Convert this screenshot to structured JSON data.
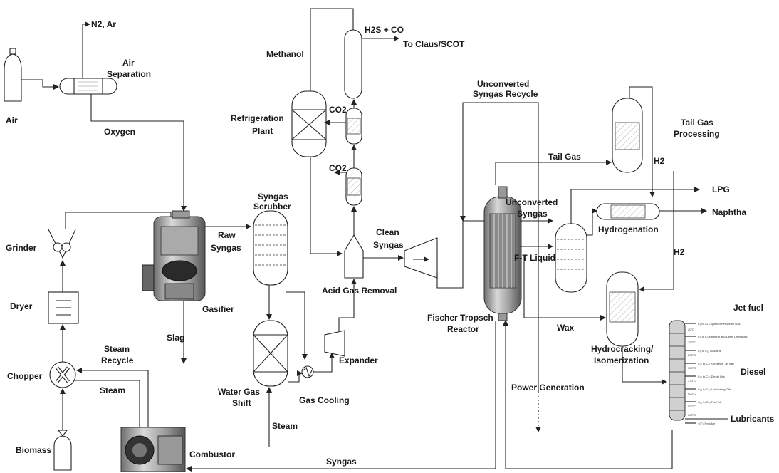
{
  "labels": {
    "n2_ar": "N2, Ar",
    "air": "Air",
    "air_separation_1": "Air",
    "air_separation_2": "Separation",
    "oxygen": "Oxygen",
    "methanol": "Methanol",
    "h2s_co": "H2S + CO",
    "to_claus": "To Claus/SCOT",
    "co2_top": "CO2",
    "co2_bottom": "CO2",
    "refrigeration_1": "Refrigeration",
    "refrigeration_2": "Plant",
    "unconverted_recycle_1": "Unconverted",
    "unconverted_recycle_2": "Syngas Recycle",
    "tail_gas_processing_1": "Tail Gas",
    "tail_gas_processing_2": "Processing",
    "tail_gas": "Tail Gas",
    "h2_top": "H2",
    "lpg": "LPG",
    "naphtha": "Naphtha",
    "hydrogenation": "Hydrogenation",
    "unconverted_syngas_1": "Unconverted",
    "unconverted_syngas_2": "Syngas",
    "h2_right": "H2",
    "syngas_scrubber_1": "Syngas",
    "syngas_scrubber_2": "Scrubber",
    "raw_syngas_1": "Raw",
    "raw_syngas_2": "Syngas",
    "clean_syngas_1": "Clean",
    "clean_syngas_2": "Syngas",
    "ft_liquid": "F-T Liquid",
    "acid_gas_removal": "Acid Gas Removal",
    "grinder": "Grinder",
    "dryer": "Dryer",
    "gasifier": "Gasifier",
    "slag": "Slag",
    "fischer_tropsch_1": "Fischer Tropsch",
    "fischer_tropsch_2": "Reactor",
    "wax": "Wax",
    "jet_fuel": "Jet fuel",
    "hydrocracking_1": "Hydrocracking/",
    "hydrocracking_2": "Isomerization",
    "diesel": "Diesel",
    "steam_recycle_1": "Steam",
    "steam_recycle_2": "Recycle",
    "steam_left": "Steam",
    "chopper": "Chopper",
    "expander": "Expander",
    "water_gas_shift_1": "Water Gas",
    "water_gas_shift_2": "Shift",
    "gas_cooling": "Gas Cooling",
    "power_generation": "Power Generation",
    "steam_bottom": "Steam",
    "biomass": "Biomass",
    "combustor": "Combustor",
    "syngas_bottom": "Syngas",
    "lubricants": "Lubricants"
  },
  "column_cuts": [
    "C₁ to C₄ Liquefied Petroleum Gas",
    "C₅ to C₈ Naphtha and Other Chemicals",
    "C₅ to C₁₀ Gasoline",
    "C₁₀ to C₁₆ Kerosene, Jet fuel",
    "C₁₄ to C₂₀ Diesel Oils",
    "C₂₀ to C₅₀ Lubricating Oils",
    "C₂₀ to C⁷₀ Fuel Oil",
    ">C⁷₀ Residue"
  ],
  "column_temps": [
    "20°C",
    "150°C",
    "200°C",
    "300°C",
    "370°C",
    "400°C",
    "500°C",
    "600°C"
  ]
}
